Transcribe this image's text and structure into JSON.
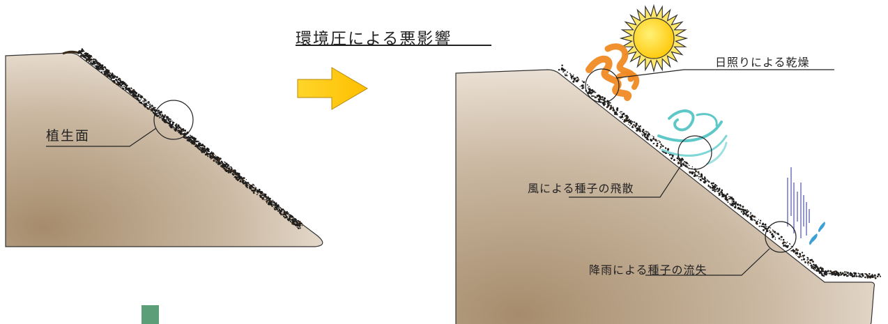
{
  "title": "環境圧による悪影響",
  "labels": {
    "vegetation": "植生面",
    "sun": "日照りによる乾燥",
    "wind": "風による種子の飛散",
    "rain": "降雨による種子の流失"
  },
  "icons": [
    "arrow-right-icon",
    "sun-icon",
    "heat-wave-icon",
    "wind-icon",
    "rain-icon"
  ],
  "colors": {
    "slope_dark": "#a68c6c",
    "slope_light": "#e6dacd",
    "arrow": "#ffc90e",
    "sun": "#ffd400",
    "heat": "#f08a24",
    "wind": "#5ec7c8",
    "rain": "#5a5fb0",
    "drop": "#3fa0d6",
    "marker": "#5b9e77"
  }
}
